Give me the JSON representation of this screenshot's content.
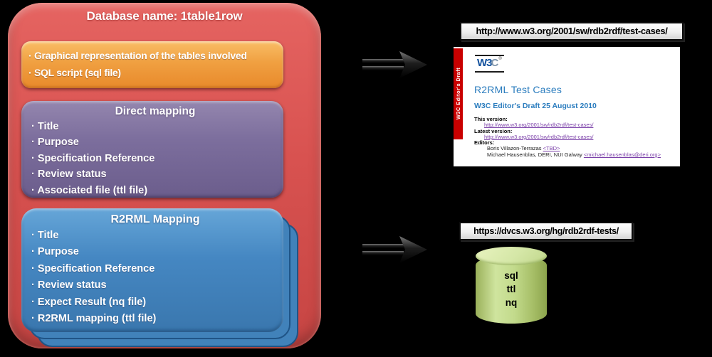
{
  "database_panel": {
    "title": "Database name: 1table1row",
    "files_box": {
      "items": [
        "Graphical representation of the tables involved",
        "SQL script (sql file)"
      ]
    },
    "direct_mapping": {
      "title": "Direct mapping",
      "items": [
        "Title",
        "Purpose",
        "Specification Reference",
        "Review status",
        "Associated file (ttl file)"
      ]
    },
    "r2rml_mapping": {
      "title": "R2RML Mapping",
      "items": [
        "Title",
        "Purpose",
        "Specification Reference",
        "Review status",
        "Expect Result (nq file)",
        "R2RML mapping (ttl file)"
      ]
    },
    "colors": {
      "panel": "#d85250",
      "files_box": "#f0a041",
      "direct_box": "#7c6e9d",
      "r2rml_box": "#4587c2"
    }
  },
  "test_cases_section": {
    "url_label": "http://www.w3.org/2001/sw/rdb2rdf/test-cases/",
    "page": {
      "sidebar_label": "W3C Editor's Draft",
      "logo": {
        "w3": "W3",
        "c": "C",
        "reg": "®"
      },
      "title": "R2RML Test Cases",
      "subtitle": "W3C Editor's Draft 25 August 2010",
      "this_version_label": "This version:",
      "this_version_url": "http://www.w3.org/2001/sw/rdb2rdf/test-cases/",
      "latest_version_label": "Latest version:",
      "latest_version_url": "http://www.w3.org/2001/sw/rdb2rdf/test-cases/",
      "editors_label": "Editors:",
      "editor1_name": "Boris Villazon-Terrazas ",
      "editor1_link": "<TBD>",
      "editor2_name": "Michael Hausenblas, DERI, NUI Galway ",
      "editor2_link": "<michael.hausenblas@deri.org>",
      "accent_red": "#c90000",
      "heading_blue": "#2a7cbe",
      "link_purple": "#7a3fa8"
    }
  },
  "repo_section": {
    "url_label": "https://dvcs.w3.org/hg/rdb2rdf-tests/",
    "cylinder": {
      "items": [
        "sql",
        "ttl",
        "nq"
      ],
      "color": "#c2da8b"
    }
  }
}
